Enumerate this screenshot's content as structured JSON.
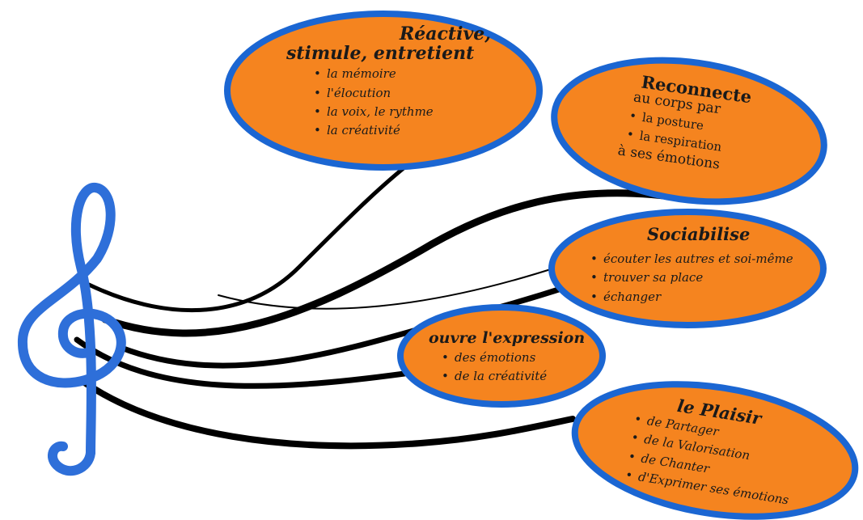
{
  "colors": {
    "bubble_fill": "#F5841F",
    "bubble_border": "#1B66D2",
    "clef": "#2E6FD9",
    "staff_lines": "#000000"
  },
  "bubbles": {
    "reactive": {
      "title1": "Réactive,",
      "title2": "stimule, entretient",
      "items": [
        "la mémoire",
        "l'élocution",
        "la voix, le rythme",
        "la créativité"
      ]
    },
    "reconnecte": {
      "title1": "Reconnecte",
      "title2": "au corps par",
      "items": [
        "la posture",
        "la respiration"
      ],
      "footer": "à ses émotions"
    },
    "sociabilise": {
      "title": "Sociabilise",
      "items": [
        "écouter les autres et soi-même",
        "trouver sa place",
        "échanger"
      ]
    },
    "expression": {
      "title": "ouvre l'expression",
      "items": [
        "des émotions",
        "de la créativité"
      ]
    },
    "plaisir": {
      "title": "le Plaisir",
      "items": [
        "de Partager",
        "de la Valorisation",
        "de Chanter",
        "d'Exprimer ses émotions"
      ]
    }
  },
  "icons": {
    "clef": "treble-clef-icon"
  }
}
